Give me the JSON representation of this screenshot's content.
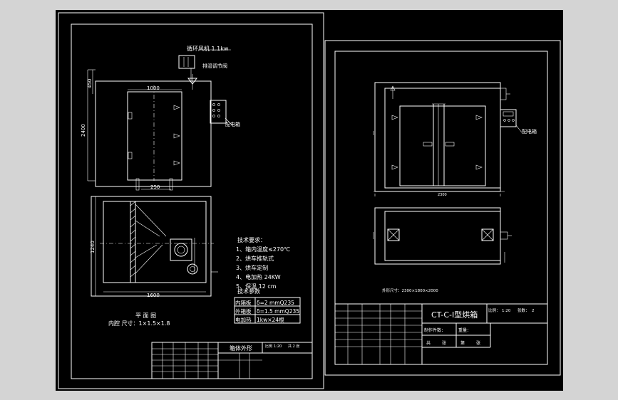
{
  "left_sheet": {
    "fan_label": "循环风机 1.1kw",
    "valve_label": "排湿调节阀",
    "control_box_label": "配电箱",
    "dims": {
      "width_top": "1000",
      "height_left": "2400",
      "gap_top": "450",
      "bottom_width": "250",
      "plan_width": "1600",
      "plan_depth": "1240"
    },
    "tech_requirements": {
      "title": "技术要求：",
      "items": [
        "1、箱内温度≤270℃",
        "2、烘车推轨式",
        "3、烘车定制",
        "4、电加热 24KW",
        "5、保温 12 cm"
      ]
    },
    "tech_params": {
      "title": "技术参数",
      "rows": [
        {
          "name": "内箱板",
          "value": "δ=2 mmQ235"
        },
        {
          "name": "外箱板",
          "value": "δ=1.5 mmQ235"
        },
        {
          "name": "电加热",
          "value": "1kw×24根"
        }
      ]
    },
    "plan_caption": "平 面 图",
    "inner_size": "内腔 尺寸：1×1.5×1.8",
    "title_block": {
      "name": "箱体外形",
      "scale_label": "比例",
      "scale_value": "1:20",
      "sheet_label": "共 2 张"
    }
  },
  "right_sheet": {
    "control_box_label": "配电箱",
    "width_dim": "2300",
    "outer_size": "外形尺寸：2300×1800×2000",
    "title_block": {
      "title": "CT-C-Ⅰ型烘箱",
      "scale_label": "比例：",
      "scale_value": "1:20",
      "sheet_label": "张数：",
      "sheet_value": "2",
      "qty_label": "制作件数：",
      "weight_label": "重量：",
      "page_a": "共",
      "page_b": "张",
      "page_c": "第",
      "page_d": "张"
    }
  }
}
